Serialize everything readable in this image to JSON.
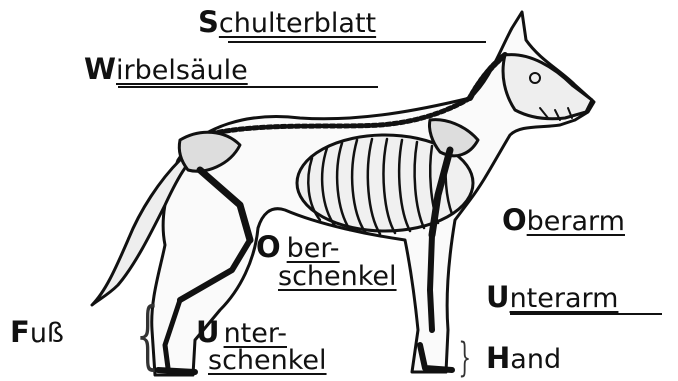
{
  "labels": {
    "shoulder": {
      "initial": "S",
      "rest": "chulterblatt"
    },
    "spine": {
      "initial": "W",
      "rest": "irbelsäule"
    },
    "upper_arm": {
      "initial": "O",
      "rest": "berarm"
    },
    "thigh": {
      "initial": "O",
      "rest_line1": "ber-",
      "rest_line2": "schenkel"
    },
    "forearm": {
      "initial": "U",
      "rest": "nterarm"
    },
    "foot": {
      "initial": "F",
      "rest": "uß"
    },
    "lower_leg": {
      "initial": "U",
      "rest_line1": "nter-",
      "rest_line2": "schenkel"
    },
    "hand": {
      "initial": "H",
      "rest": "and"
    }
  },
  "colors": {
    "ink": "#111111",
    "bone": "#f4f4f4",
    "paper": "#ffffff"
  }
}
